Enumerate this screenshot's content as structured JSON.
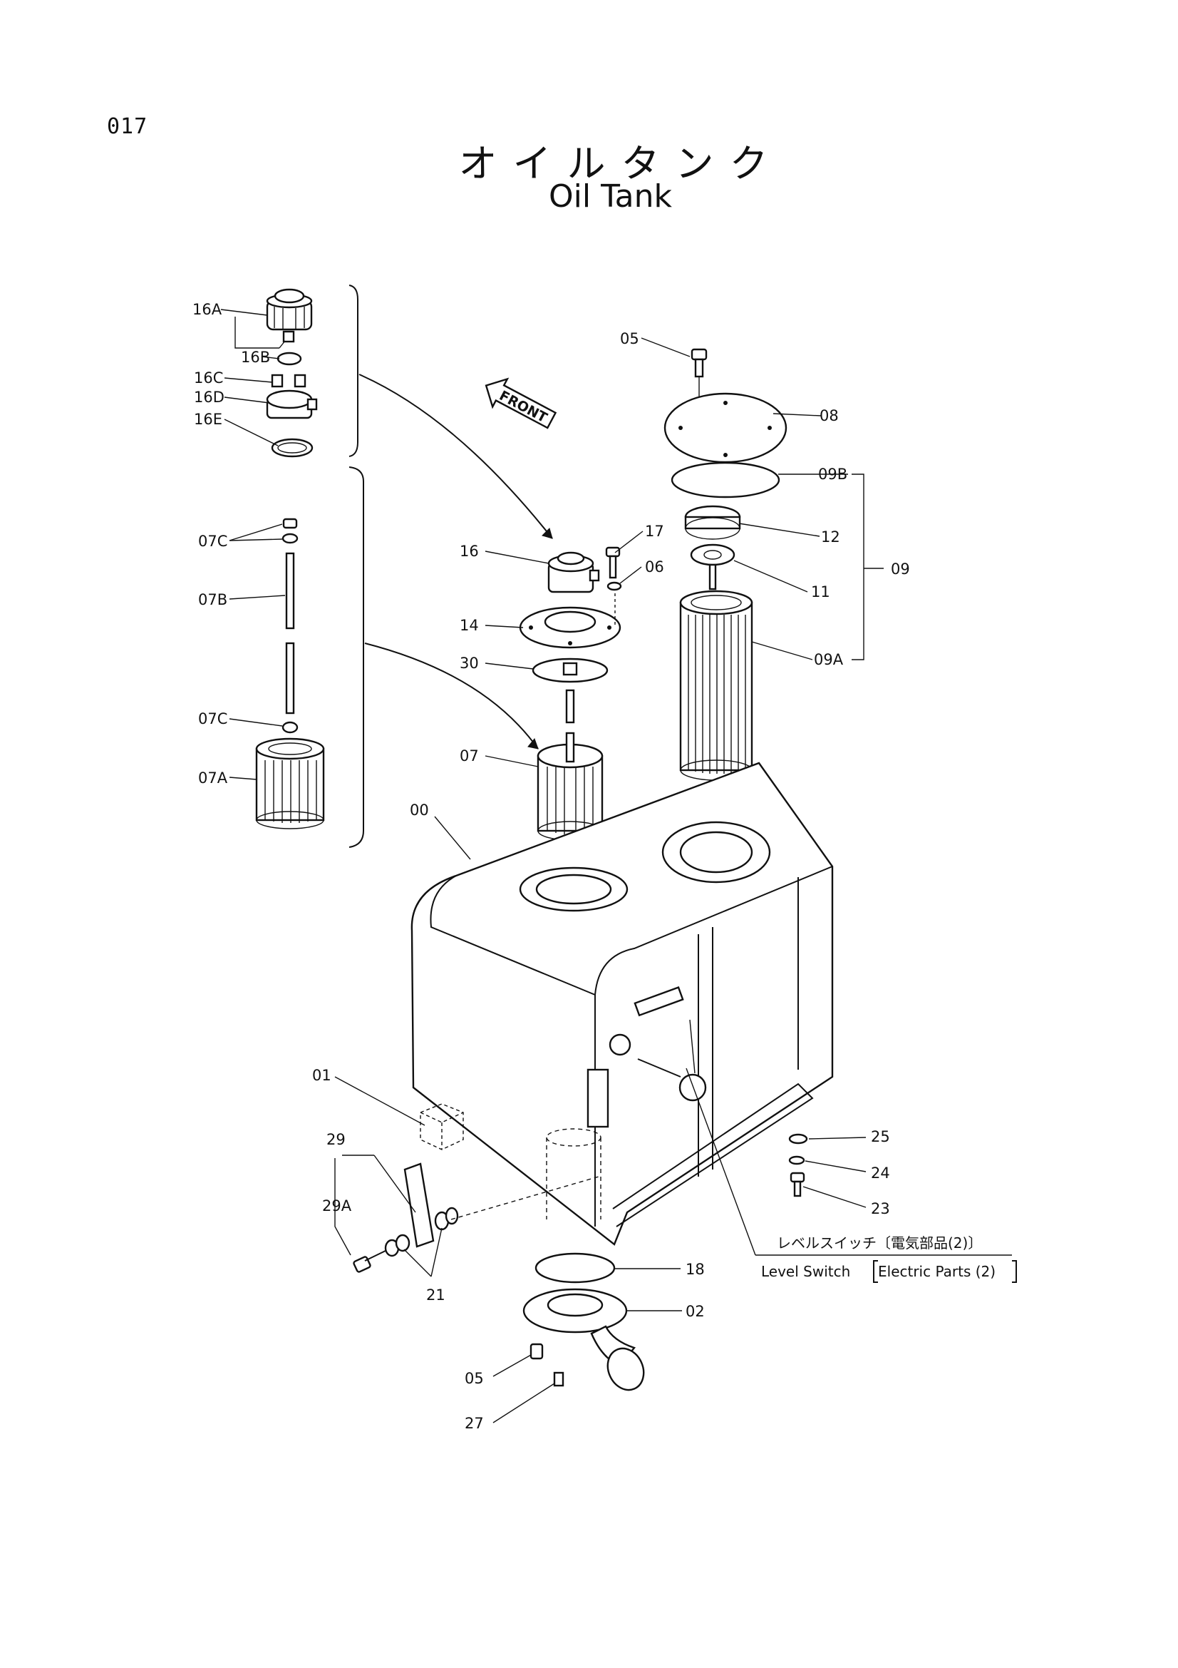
{
  "page_number": "017",
  "title_ja": "オイルタンク",
  "title_en": "Oil Tank",
  "front_arrow": "FRONT",
  "level_switch_note": {
    "ja": "レベルスイッチ〔電気部品(2)〕",
    "en_name": "Level Switch",
    "en_ref": "Electric Parts (2)"
  },
  "labels": {
    "p16A": "16A",
    "p16B": "16B",
    "p16C": "16C",
    "p16D": "16D",
    "p16E": "16E",
    "p07C_top": "07C",
    "p07B": "07B",
    "p07C_bot": "07C",
    "p07A": "07A",
    "p05_top": "05",
    "p08": "08",
    "p09B": "09B",
    "p12": "12",
    "p11": "11",
    "p09": "09",
    "p09A": "09A",
    "p17": "17",
    "p16": "16",
    "p06": "06",
    "p14": "14",
    "p30": "30",
    "p07": "07",
    "p00": "00",
    "p01": "01",
    "p25": "25",
    "p24": "24",
    "p23": "23",
    "p29": "29",
    "p29A": "29A",
    "p21": "21",
    "p18": "18",
    "p02": "02",
    "p05_bot": "05",
    "p27": "27"
  }
}
